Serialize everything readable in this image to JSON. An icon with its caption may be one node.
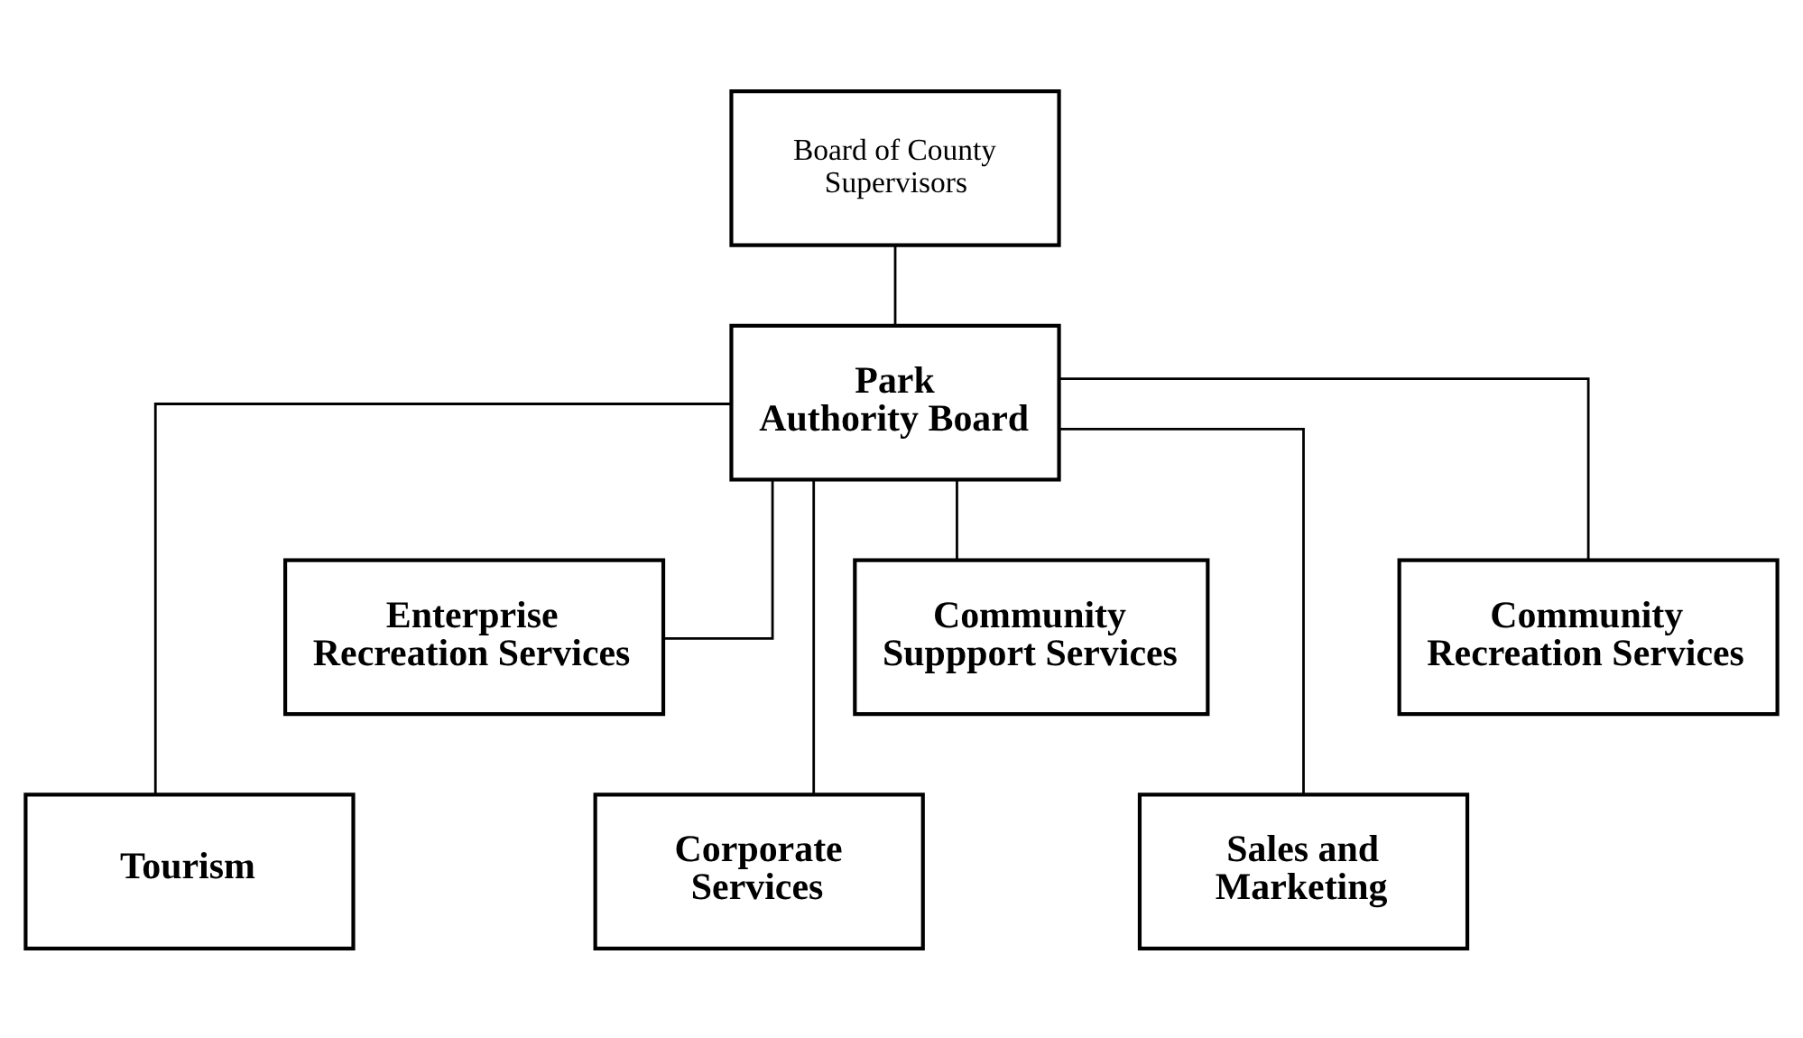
{
  "diagram": {
    "nodes": [
      {
        "text": [
          "Board of County Supervisors"
        ]
      },
      {
        "text": [
          "Park Authority Board"
        ]
      },
      {
        "text": [
          "Enterprise Recreation Services"
        ]
      },
      {
        "text": [
          "Community Suppport Services"
        ]
      },
      {
        "text": [
          "Community Recreation Services"
        ]
      },
      {
        "text": [
          "Tourism"
        ]
      },
      {
        "text": [
          "Corporate Services"
        ]
      },
      {
        "text": [
          "Sales and Marketing"
        ]
      }
    ],
    "edges": [
      {
        "from": 0,
        "to": 1,
        "arrow": "none"
      },
      {
        "from": 1,
        "to": 5,
        "arrow": "none"
      },
      {
        "from": 1,
        "to": 2,
        "arrow": "none"
      },
      {
        "from": 1,
        "to": 6,
        "arrow": "none"
      },
      {
        "from": 1,
        "to": 3,
        "arrow": "none"
      },
      {
        "from": 1,
        "to": 7,
        "arrow": "none"
      },
      {
        "from": 1,
        "to": 4,
        "arrow": "none"
      }
    ]
  }
}
